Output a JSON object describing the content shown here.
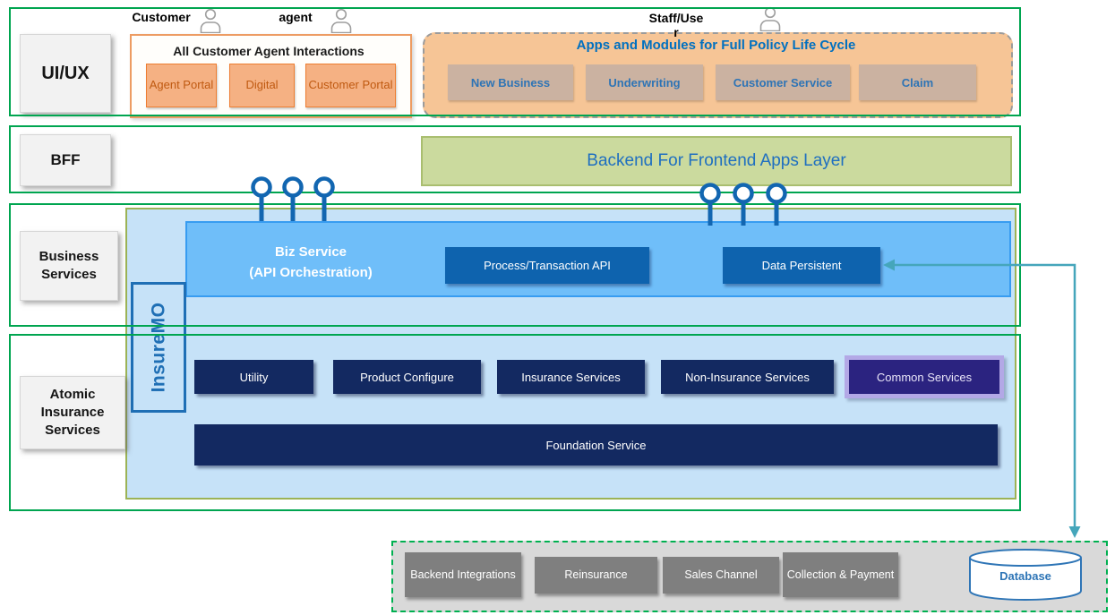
{
  "colors": {
    "layer_border_green": "#00A550",
    "orange_accent": "#ED7D31",
    "title_blue": "#0070C0",
    "navy": "#132961",
    "indigo_common": "#2B2380",
    "teal_arrow": "#45A6BB",
    "pin_blue": "#1266B1",
    "olive_border": "#9CB356"
  },
  "actors": [
    {
      "label": "Customer"
    },
    {
      "label": "agent"
    },
    {
      "label": "Staff/Use",
      "label2": "r"
    }
  ],
  "uiux": {
    "layer_label": "UI/UX",
    "interactions": {
      "title": "All Customer Agent Interactions",
      "buttons": [
        "Agent Portal",
        "Digital",
        "Customer Portal"
      ]
    },
    "apps": {
      "title": "Apps and Modules for Full Policy Life Cycle",
      "buttons": [
        "New Business",
        "Underwriting",
        "Customer Service",
        "Claim"
      ]
    }
  },
  "bff": {
    "layer_label": "BFF",
    "bar_label": "Backend For Frontend Apps Layer"
  },
  "business": {
    "layer_label": "Business Services",
    "platform_label": "InsureMO",
    "biz_service_line1": "Biz Service",
    "biz_service_line2": "(API Orchestration)",
    "process_api": "Process/Transaction API",
    "data_persistent": "Data Persistent"
  },
  "atomic": {
    "layer_label": "Atomic Insurance Services",
    "services": [
      "Utility",
      "Product Configure",
      "Insurance Services",
      "Non-Insurance Services",
      "Common Services"
    ],
    "foundation": "Foundation Service"
  },
  "integrations": {
    "items": [
      "Backend Integrations",
      "Reinsurance",
      "Sales Channel",
      "Collection & Payment"
    ],
    "database_label": "Database"
  }
}
